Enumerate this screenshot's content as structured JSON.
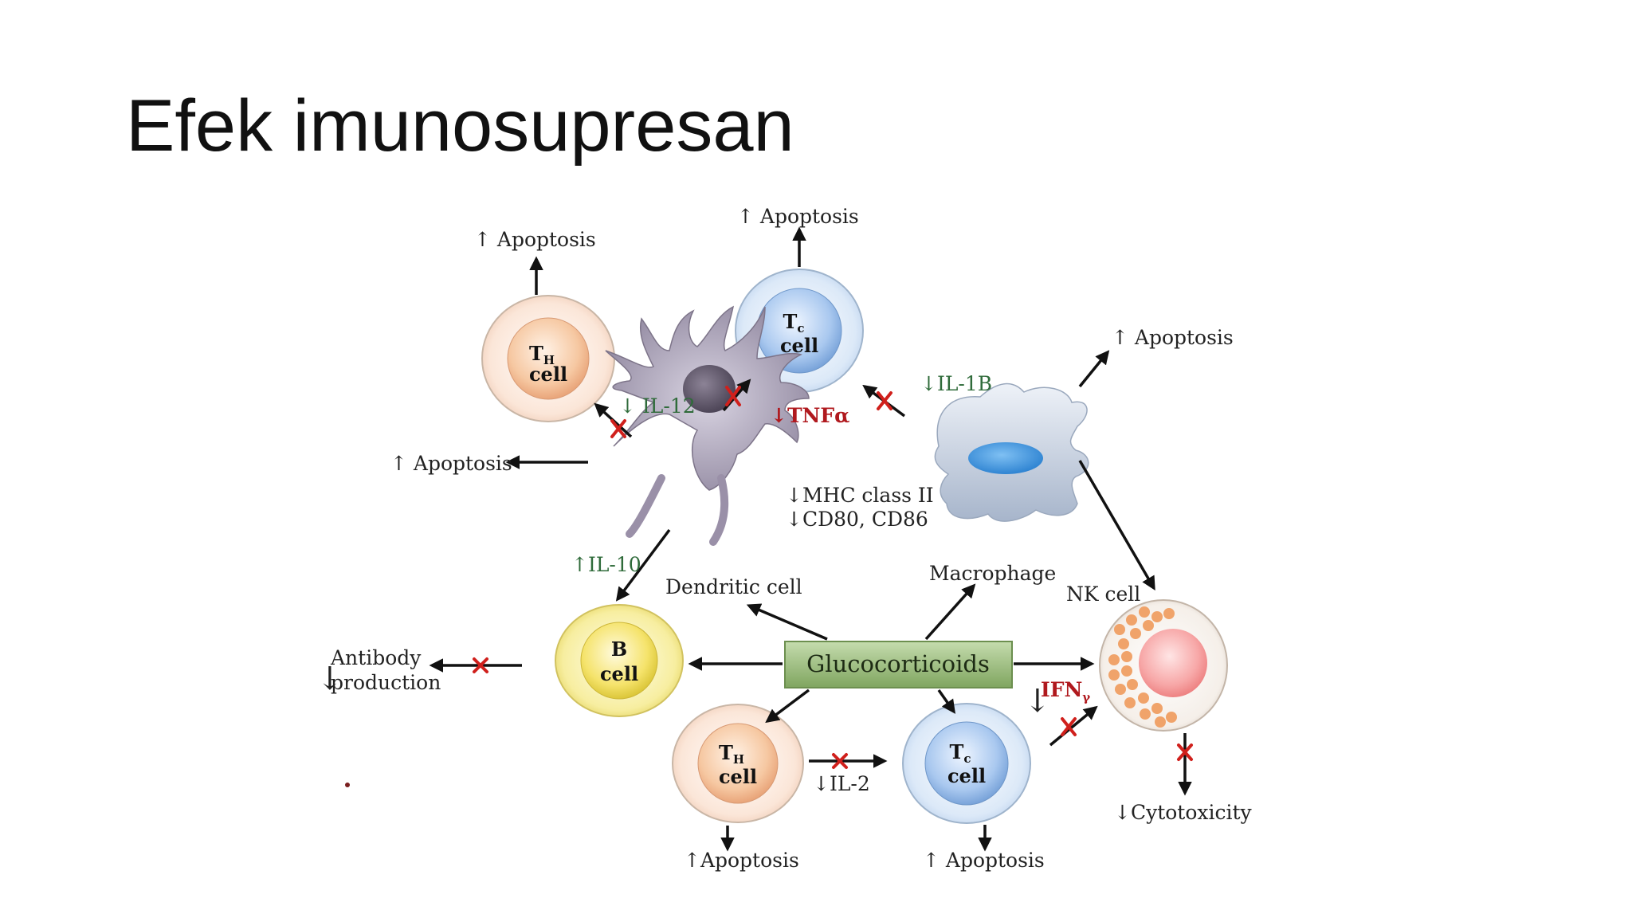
{
  "slide": {
    "title": "Efek imunosupresan"
  },
  "center": {
    "label": "Glucocorticoids"
  },
  "cells": {
    "th_top": {
      "main": "T",
      "sub": "H",
      "second": "cell"
    },
    "tc_top": {
      "main": "T",
      "sub": "c",
      "second": "cell"
    },
    "b": {
      "main": "B",
      "second": "cell"
    },
    "th_bottom": {
      "main": "T",
      "sub": "H",
      "second": "cell"
    },
    "tc_bottom": {
      "main": "T",
      "sub": "c",
      "second": "cell"
    }
  },
  "labels": {
    "apoptosis_th_top": "↑ Apoptosis",
    "apoptosis_tc_top": "↑ Apoptosis",
    "apoptosis_macrophage": "↑ Apoptosis",
    "apoptosis_dendritic": "↑ Apoptosis",
    "apoptosis_th_bottom": "↑Apoptosis",
    "apoptosis_tc_bottom": "↑ Apoptosis",
    "il12": "↓ IL-12",
    "tnfa": "↓TNFα",
    "il1b": "↓IL-1B",
    "mhc": "↓MHC class II",
    "cd": "↓CD80, CD86",
    "il10": "↑IL-10",
    "dendritic_cell": "Dendritic cell",
    "macrophage": "Macrophage",
    "nk_cell": "NK cell",
    "antibody_line1": "Antibody",
    "antibody_line2": "production",
    "ifn_main": "IFN",
    "ifn_sub": "γ",
    "il2": "↓IL-2",
    "cytotoxicity": "↓Cytotoxicity"
  }
}
